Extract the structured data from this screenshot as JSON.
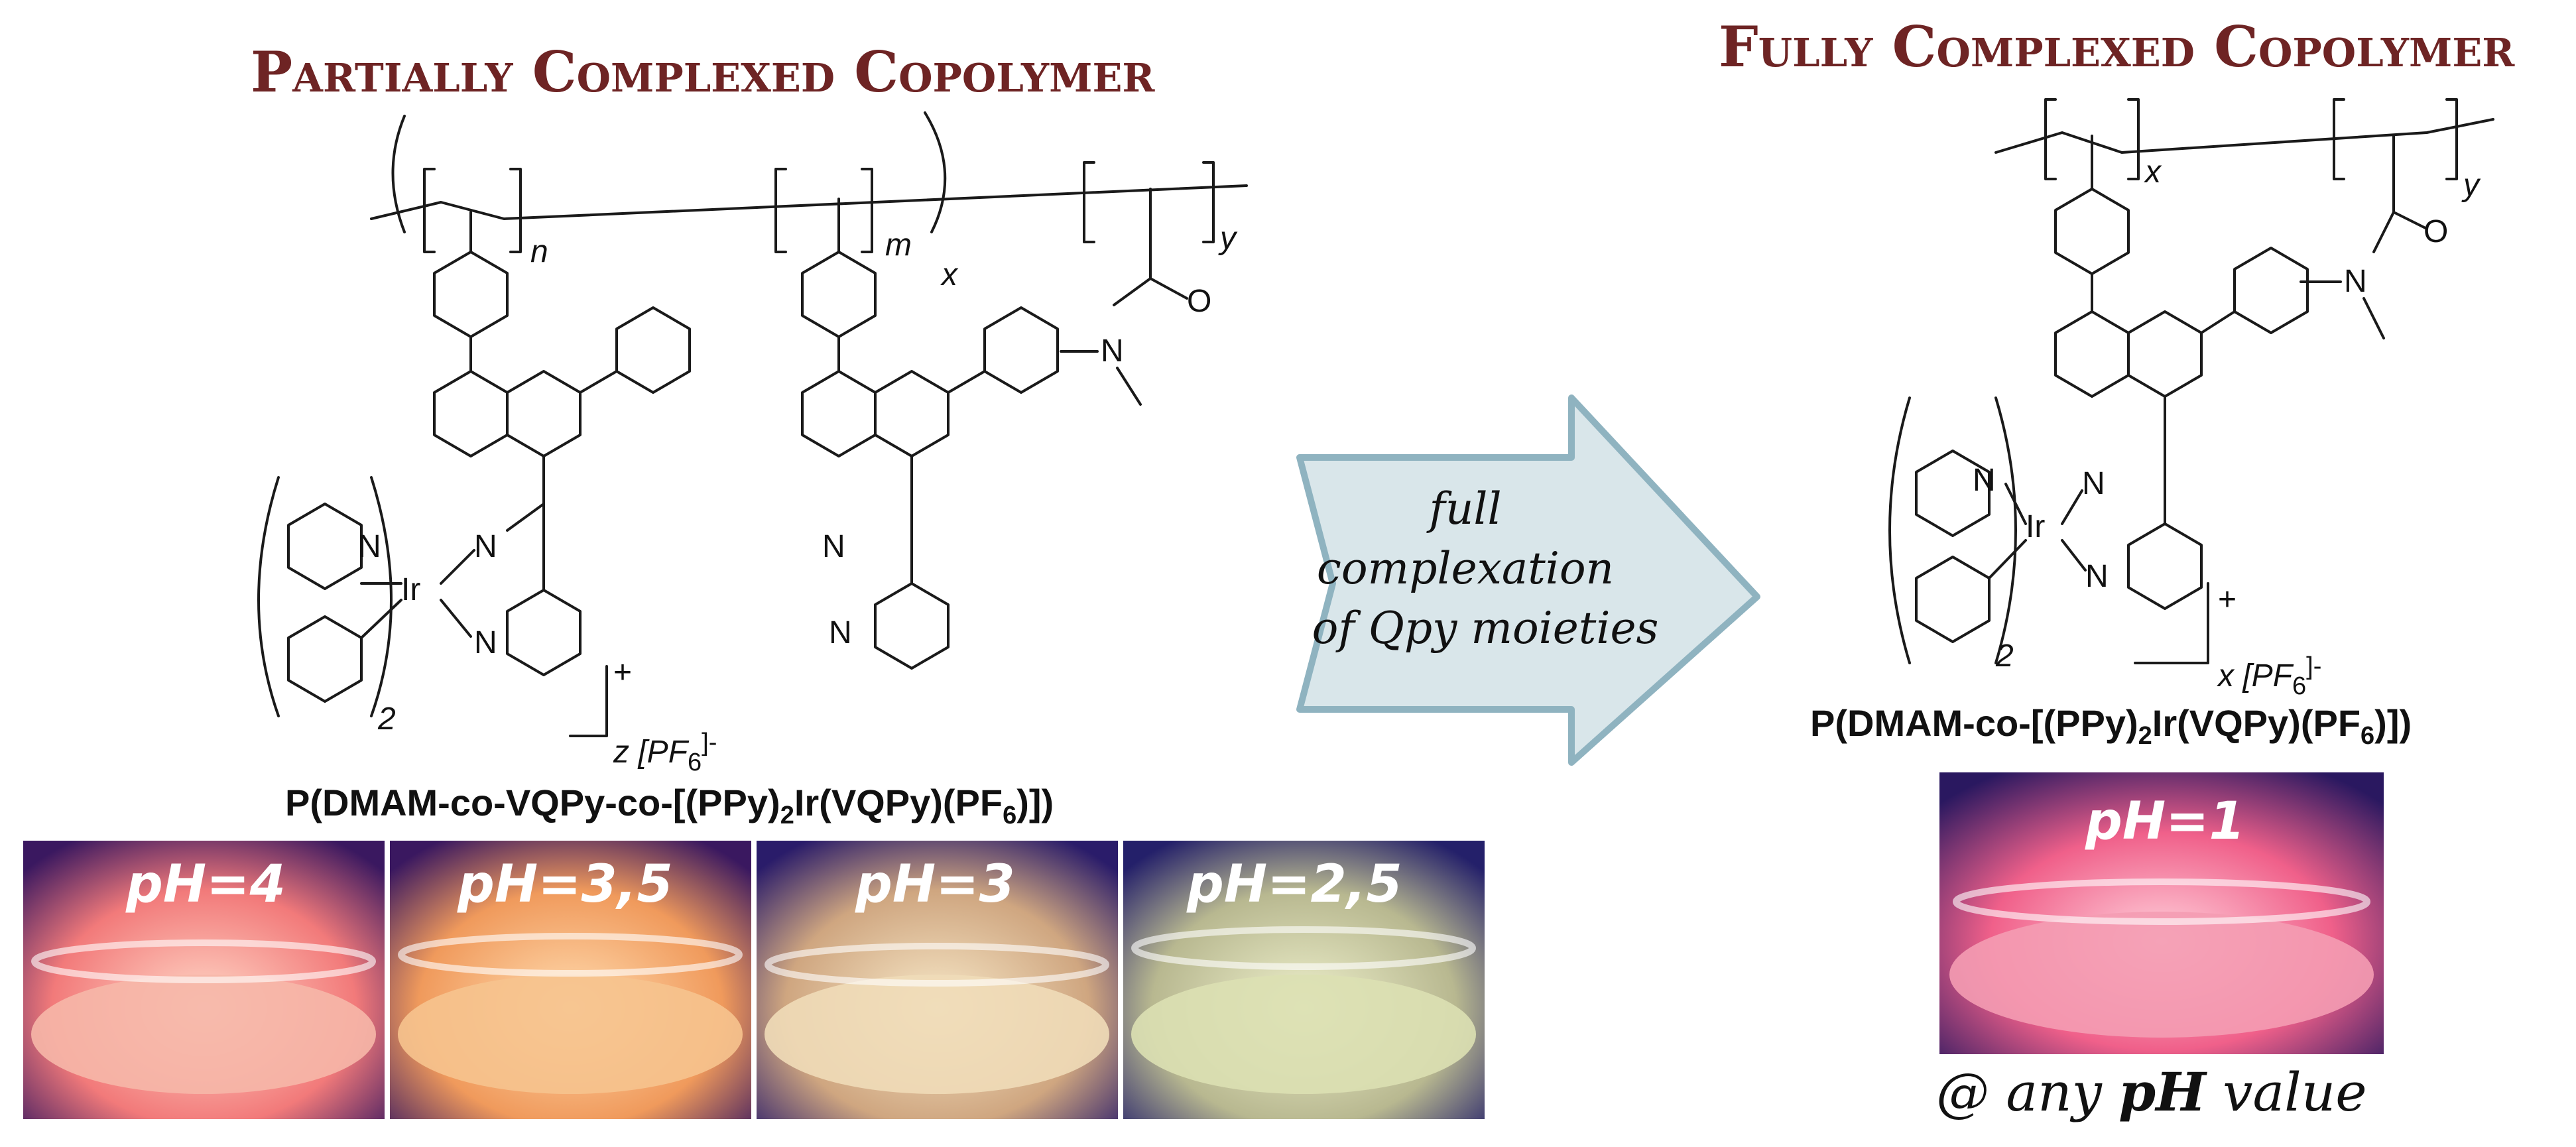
{
  "left_heading": "Partially Complexed Copolymer",
  "right_heading": "Fully Complexed Copolymer",
  "arrow_text": [
    "full",
    "complexation",
    "of Qpy moieties"
  ],
  "left_formula": {
    "prefix": "P(DMAM-co-VQPy-co-[(PPy)",
    "sub": "2",
    "mid": "Ir(VQPy)(PF",
    "sub2": "6",
    "suffix": ")])"
  },
  "right_formula": {
    "prefix": "P(DMAM-co-[(PPy)",
    "sub": "2",
    "mid": "Ir(VQPy)(PF",
    "sub2": "6",
    "suffix": ")])"
  },
  "left_labels": {
    "n": "n",
    "m": "m",
    "x": "x",
    "y": "y",
    "two": "2",
    "counter": "z [PF",
    "counter_sub": "6",
    "counter_sup": "]-",
    "plus": "+"
  },
  "right_labels": {
    "x": "x",
    "y": "y",
    "two": "2",
    "counter": "x [PF",
    "counter_sub": "6",
    "counter_sup": "]-",
    "plus": "+"
  },
  "atoms": {
    "N": "N",
    "Ir": "Ir",
    "O": "O"
  },
  "photos_left": [
    {
      "label": "pH=4",
      "liquid": "#f6b7a9",
      "glow": "#ff2a55"
    },
    {
      "label": "pH=3,5",
      "liquid": "#f6c38e",
      "glow": "#ff5a35"
    },
    {
      "label": "pH=3",
      "liquid": "#efdcb8",
      "glow": "#d8a070"
    },
    {
      "label": "pH=2,5",
      "liquid": "#dbe0b3",
      "glow": "#9aa070"
    }
  ],
  "photo_right": {
    "label": "pH=1",
    "liquid": "#f49cb2",
    "glow": "#ff2a6a"
  },
  "footer_note": {
    "before": "@ any ",
    "bold": "pH",
    "after": " value"
  },
  "colors": {
    "heading": "#6e2424",
    "arrow_fill": "#d9e6ea",
    "arrow_stroke": "#8fb3c0"
  }
}
